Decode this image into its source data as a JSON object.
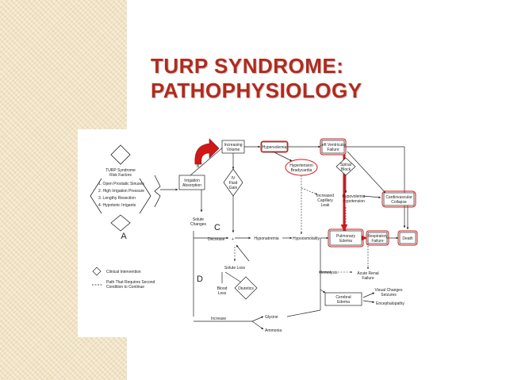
{
  "slide": {
    "title_line1": "TURP SYNDROME:",
    "title_line2": "PATHOPHYSIOLOGY",
    "accent_color": "#b32a1c",
    "stripe_color": "#f1e3c5"
  },
  "diagram": {
    "risk_factors": {
      "title_line1": "TURP Syndrome",
      "title_line2": "Risk Factors",
      "items": [
        "1. Open Prostatic Sinuses",
        "2. High Irrigation Pressure",
        "3. Lengthy Resection",
        "4. Hypotonic Irrigants"
      ],
      "section_label": "A"
    },
    "legend": {
      "clinical_intervention": "Clinical Intervention",
      "path_line1": "Path That Requires Second",
      "path_line2": "Condition to Continue"
    },
    "nodes": {
      "irrigation_absorption": [
        "Irrigation",
        "Absorption"
      ],
      "increasing_volume": [
        "Increasing",
        "Volume"
      ],
      "hypervolemia": [
        "Hypervolemia"
      ],
      "lv_failure": [
        "Left Ventricular",
        "Failure"
      ],
      "hypertension_bradycardia": [
        "Hypertension",
        "Bradycardia"
      ],
      "spinal_block": [
        "Spinal",
        "Block"
      ],
      "iv_fluid_gain": [
        "IV",
        "Fluid",
        "Gain"
      ],
      "increased_capillary_leak": [
        "Increased",
        "Capillary",
        "Leak"
      ],
      "hypovolemia_hypotension": [
        "Hypovolemia",
        "Hypotension"
      ],
      "cardiovascular_collapse": [
        "Cardiovascular",
        "Collapse"
      ],
      "solute_changes": [
        "Solute",
        "Changes"
      ],
      "decrease": [
        "Decrease"
      ],
      "hyponatremia": [
        "Hyponatremia"
      ],
      "hypoosmolality": [
        "Hypoosmolality"
      ],
      "pulmonary_edema": [
        "Pulmonary",
        "Edema"
      ],
      "respiratory_failure": [
        "Respiratory",
        "Failure"
      ],
      "death": [
        "Death"
      ],
      "solute_loss": [
        "Solute Loss"
      ],
      "blood_loss": [
        "Blood",
        "Loss"
      ],
      "diuretics": [
        "Diuretics"
      ],
      "hemolysis": [
        "Hemolysis"
      ],
      "acute_renal_failure": [
        "Acute Renal",
        "Failure"
      ],
      "cerebral_edema": [
        "Cerebral",
        "Edema"
      ],
      "visual_changes_seizures": [
        "Visual Changes",
        "Seizures"
      ],
      "encephalopathy": [
        "Encephalopathy"
      ],
      "increase": [
        "Increase"
      ],
      "glycine": [
        "Glycine"
      ],
      "ammonia": [
        "Ammonia"
      ]
    },
    "section_labels": {
      "b": "B",
      "c": "C",
      "d": "D"
    },
    "highlight_color": "#d01818"
  }
}
